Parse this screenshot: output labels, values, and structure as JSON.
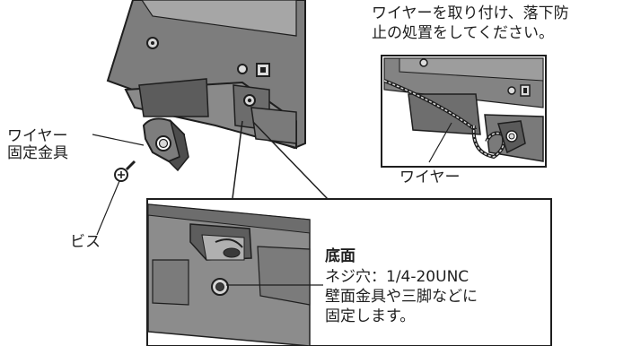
{
  "labels": {
    "wire_bracket": [
      "ワイヤー",
      "固定金具"
    ],
    "screw": "ビス",
    "instruction": [
      "ワイヤーを取り付け、落下防",
      "止の処置をしてください。"
    ],
    "wire": "ワイヤー",
    "bottom_title": "底面",
    "bottom_desc": [
      "ネジ穴：1/4-20UNC",
      "壁面金具や三脚などに",
      "固定します。"
    ]
  },
  "colors": {
    "ink": "#1e1e1e",
    "body_gray": "#7d7d7d",
    "light_gray": "#b4b4b4",
    "dark_gray": "#505050"
  }
}
